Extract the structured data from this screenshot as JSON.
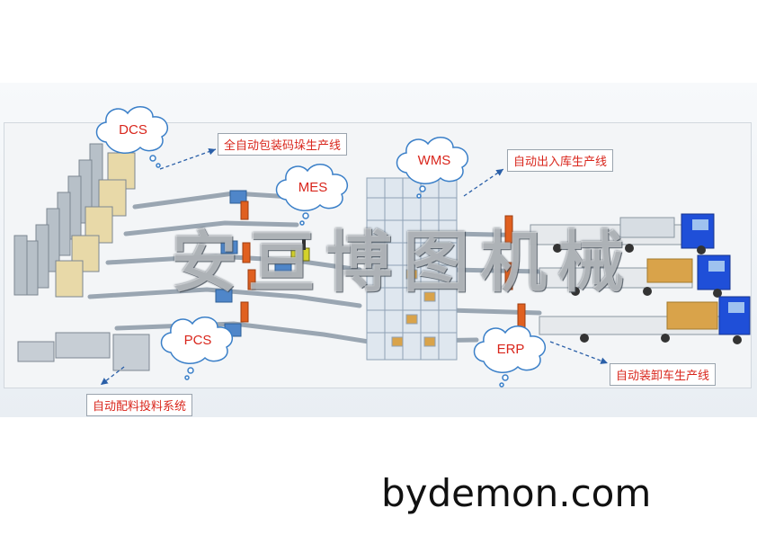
{
  "clouds": {
    "dcs": "DCS",
    "mes": "MES",
    "wms": "WMS",
    "pcs": "PCS",
    "erp": "ERP"
  },
  "labels": {
    "packaging_line": "全自动包装码垛生产线",
    "warehouse_line": "自动出入库生产线",
    "truck_line": "自动装卸车生产线",
    "batching_system": "自动配料投料系统"
  },
  "watermark": "安亘博图机械",
  "site": "bydemon.com",
  "colors": {
    "label_text": "#d9261c",
    "cloud_stroke": "#3a7fc8",
    "truck_cab": "#1f4fd8",
    "crate": "#d9a34a",
    "robot": "#e06020",
    "conveyor": "#9aa6b2",
    "arrow": "#2a5fa8"
  }
}
